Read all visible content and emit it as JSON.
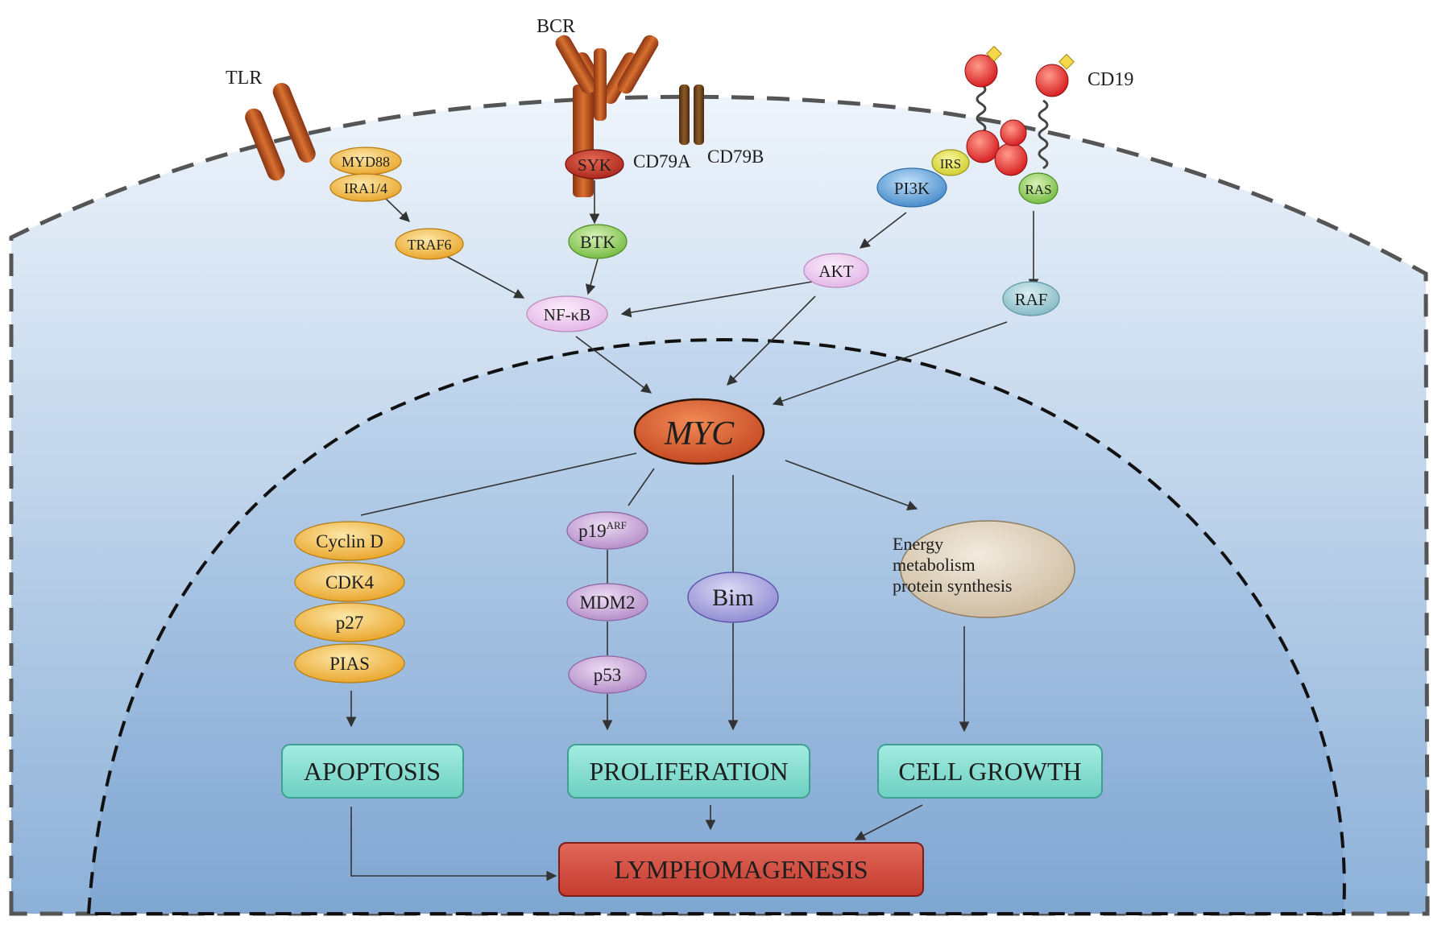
{
  "receptors": {
    "tlr": "TLR",
    "bcr": "BCR",
    "cd79a": "CD79A",
    "cd79b": "CD79B",
    "cd19": "CD19"
  },
  "molecules": {
    "myd88": "MYD88",
    "ira": "IRA1/4",
    "traf6": "TRAF6",
    "syk": "SYK",
    "btk": "BTK",
    "irs": "IRS",
    "pi3k": "PI3K",
    "ras": "RAS",
    "akt": "AKT",
    "raf": "RAF",
    "nfkb": "NF-κB",
    "myc": "MYC"
  },
  "branches": {
    "cyclin_d": "Cyclin D",
    "cdk4": "CDK4",
    "p27": "p27",
    "pias": "PIAS",
    "p19": "p19",
    "p19_sup": "ARF",
    "mdm2": "MDM2",
    "p53": "p53",
    "bim": "Bim",
    "energy_line1": "Energy",
    "energy_line2": "metabolism",
    "energy_line3": "protein synthesis"
  },
  "outcomes": {
    "apoptosis": "APOPTOSIS",
    "proliferation": "PROLIFERATION",
    "cell_growth": "CELL GROWTH",
    "lymphomagenesis": "LYMPHOMAGENESIS"
  },
  "colors": {
    "cell_fill_top": "#e8f0fa",
    "cell_fill_bottom": "#8eb2d9",
    "nucleus_fill": "#a9c6e6",
    "orange_node": "#f0b43c",
    "green_node": "#8fcf5a",
    "purple_node": "#c8a3d8",
    "pink_node": "#efc6ef",
    "blue_node": "#5ea0d9",
    "teal_node": "#9cc9d2",
    "myc_node": "#d2502a",
    "outcome_box": "#86dccf",
    "lympho_box": "#d44a3c"
  }
}
